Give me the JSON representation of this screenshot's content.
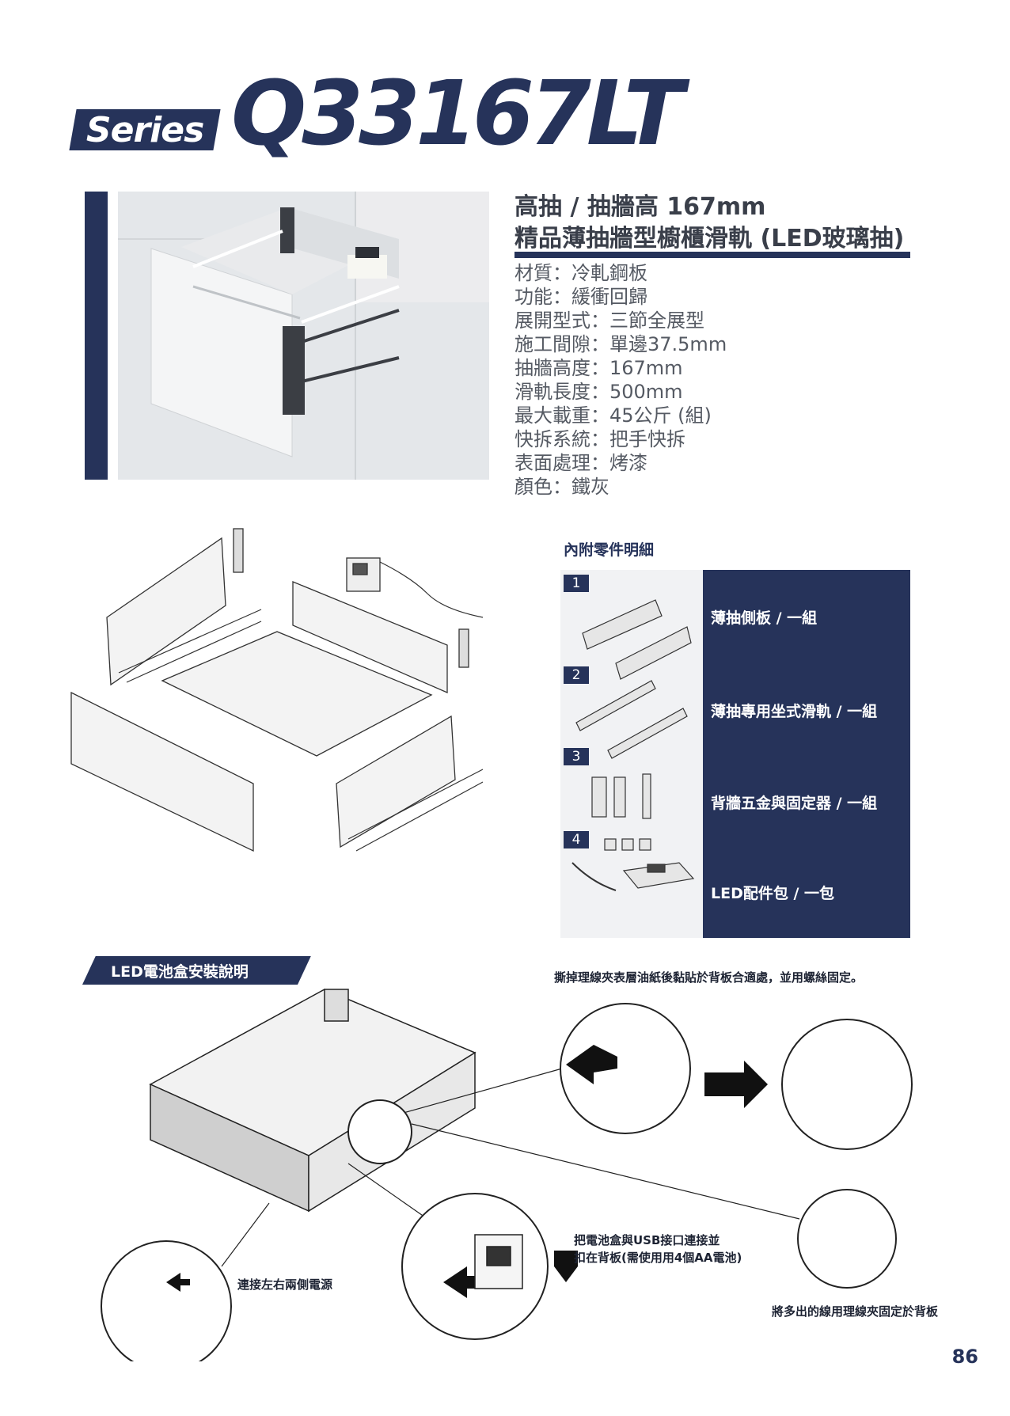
{
  "header": {
    "series_label": "Series",
    "model": "Q33167LT"
  },
  "colors": {
    "brand": "#26335a",
    "text_gray": "#555a63"
  },
  "product": {
    "title_line1": "高抽 / 抽牆高 167mm",
    "title_line2": "精品薄抽牆型櫥櫃滑軌 (LED玻璃抽)",
    "specs": [
      "材質：冷軋鋼板",
      "功能：緩衝回歸",
      "展開型式：三節全展型",
      "施工間隙：單邊37.5mm",
      "抽牆高度：167mm",
      "滑軌長度：500mm",
      "最大載重：45公斤 (組)",
      "快拆系統：把手快拆",
      "表面處理：烤漆",
      "顏色：鐵灰"
    ]
  },
  "parts": {
    "title": "內附零件明細",
    "items": [
      {
        "num": "1",
        "label": "薄抽側板 / 一組"
      },
      {
        "num": "2",
        "label": "薄抽專用坐式滑軌 / 一組"
      },
      {
        "num": "3",
        "label": "背牆五金與固定器 / 一組"
      },
      {
        "num": "4",
        "label": "LED配件包 / 一包"
      }
    ]
  },
  "led_section": {
    "banner": "LED電池盒安裝說明",
    "step_top": "撕掉理線夾表層油紙後黏貼於背板合適處，並用螺絲固定。",
    "step_battery_line1": "把電池盒與USB接口連接並",
    "step_battery_line2": "扣在背板(需使用用4個AA電池)",
    "step_power": "連接左右兩側電源",
    "step_cable": "將多出的線用理線夾固定於背板"
  },
  "page_number": "86"
}
